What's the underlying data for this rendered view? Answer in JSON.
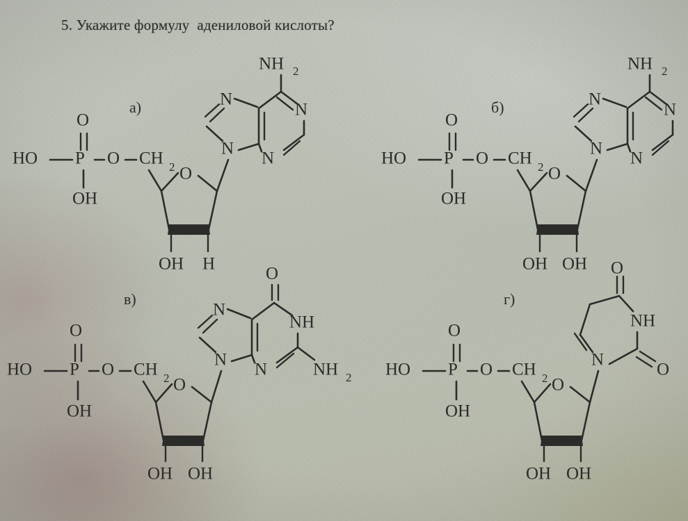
{
  "page": {
    "question_number": "5.",
    "question_text": "5. Укажите формулу  адениловой кислоты?",
    "background_hex": "#bcc0b6",
    "ink_hex": "#2b2c2a"
  },
  "options": [
    {
      "id": "a",
      "label": "а)",
      "compound": "deoxyadenosine-5'-monophosphate",
      "base": "adenine",
      "sugar": "2'-deoxyribose",
      "phosphate": {
        "left": "HO",
        "atom": "P",
        "double_bond_top": "O",
        "bottom": "OH",
        "linker": "O"
      },
      "sugar_ring_o": "O",
      "ch2_text": "CH",
      "ch2_sub": "2",
      "base_atoms": {
        "amine": "NH",
        "amine_sub": "2",
        "n7": "N",
        "n9": "N",
        "n1": "N",
        "n3": "N"
      },
      "sugar_substituents": [
        "OH",
        "H"
      ]
    },
    {
      "id": "b",
      "label": "б)",
      "compound": "adenosine-5'-monophosphate",
      "base": "adenine",
      "sugar": "ribose",
      "phosphate": {
        "left": "HO",
        "atom": "P",
        "double_bond_top": "O",
        "bottom": "OH",
        "linker": "O"
      },
      "sugar_ring_o": "O",
      "ch2_text": "CH",
      "ch2_sub": "2",
      "base_atoms": {
        "amine": "NH",
        "amine_sub": "2",
        "n7": "N",
        "n9": "N",
        "n1": "N",
        "n3": "N"
      },
      "sugar_substituents": [
        "OH",
        "OH"
      ]
    },
    {
      "id": "c",
      "label": "в)",
      "compound": "guanosine-5'-monophosphate",
      "base": "guanine",
      "sugar": "ribose",
      "phosphate": {
        "left": "HO",
        "atom": "P",
        "double_bond_top": "O",
        "bottom": "OH",
        "linker": "O"
      },
      "sugar_ring_o": "O",
      "ch2_text": "CH",
      "ch2_sub": "2",
      "base_atoms": {
        "carbonyl": "O",
        "nh": "NH",
        "amine": "NH",
        "amine_sub": "2",
        "n7": "N",
        "n9": "N",
        "n3": "N"
      },
      "sugar_substituents": [
        "OH",
        "OH"
      ]
    },
    {
      "id": "d",
      "label": "г)",
      "compound": "uridine-5'-monophosphate",
      "base": "uracil",
      "sugar": "ribose",
      "phosphate": {
        "left": "HO",
        "atom": "P",
        "double_bond_top": "O",
        "bottom": "OH",
        "linker": "O"
      },
      "sugar_ring_o": "O",
      "ch2_text": "CH",
      "ch2_sub": "2",
      "base_atoms": {
        "carbonyl_top": "O",
        "carbonyl_right": "O",
        "nh": "NH",
        "n1": "N"
      },
      "sugar_substituents": [
        "OH",
        "OH"
      ]
    }
  ]
}
